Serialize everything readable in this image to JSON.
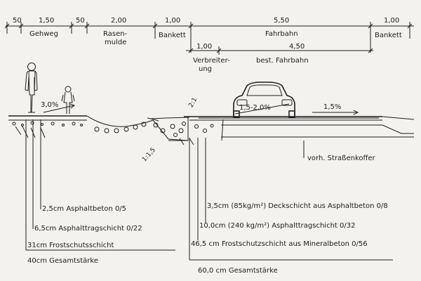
{
  "top_dims": {
    "d1": "50",
    "d2": "1,50",
    "d3": "50",
    "d4": "2,00",
    "d5": "1,00",
    "d6": "5,50",
    "d7": "1,00"
  },
  "top_labels": {
    "gehweg": "Gehweg",
    "rasen1": "Rasen-",
    "rasen2": "mulde",
    "bankett_left": "Bankett",
    "fahrbahn": "Fahrbahn",
    "bankett_right": "Bankett"
  },
  "sub_dims": {
    "d1": "1,00",
    "d2": "4,50",
    "verbreit1": "Verbreiter-",
    "verbreit2": "ung",
    "best": "best. Fahrbahn"
  },
  "slopes": {
    "walk": "3,0%",
    "road_left": "1,5-2,0%",
    "road_right": "1,5%",
    "s1": "2:1",
    "s2": "1:1,5"
  },
  "annotations": {
    "koffer": "vorh. Straßenkoffer"
  },
  "left_layers": {
    "l1": "2,5cm Asphaltbeton 0/5",
    "l2": "6,5cm Asphalttragschicht 0/22",
    "l3": "31cm Frostschutsschicht",
    "total": "40cm Gesamtstärke"
  },
  "right_layers": {
    "l1": "3,5cm (85kg/m²) Deckschicht aus Asphaltbeton 0/8",
    "l2": "10,0cm (240 kg/m²) Asphalttragschicht 0/32",
    "l3": "46,5 cm Frostschutzschicht aus Mineralbeton 0/56",
    "total": "60,0 cm Gesamtstärke"
  }
}
